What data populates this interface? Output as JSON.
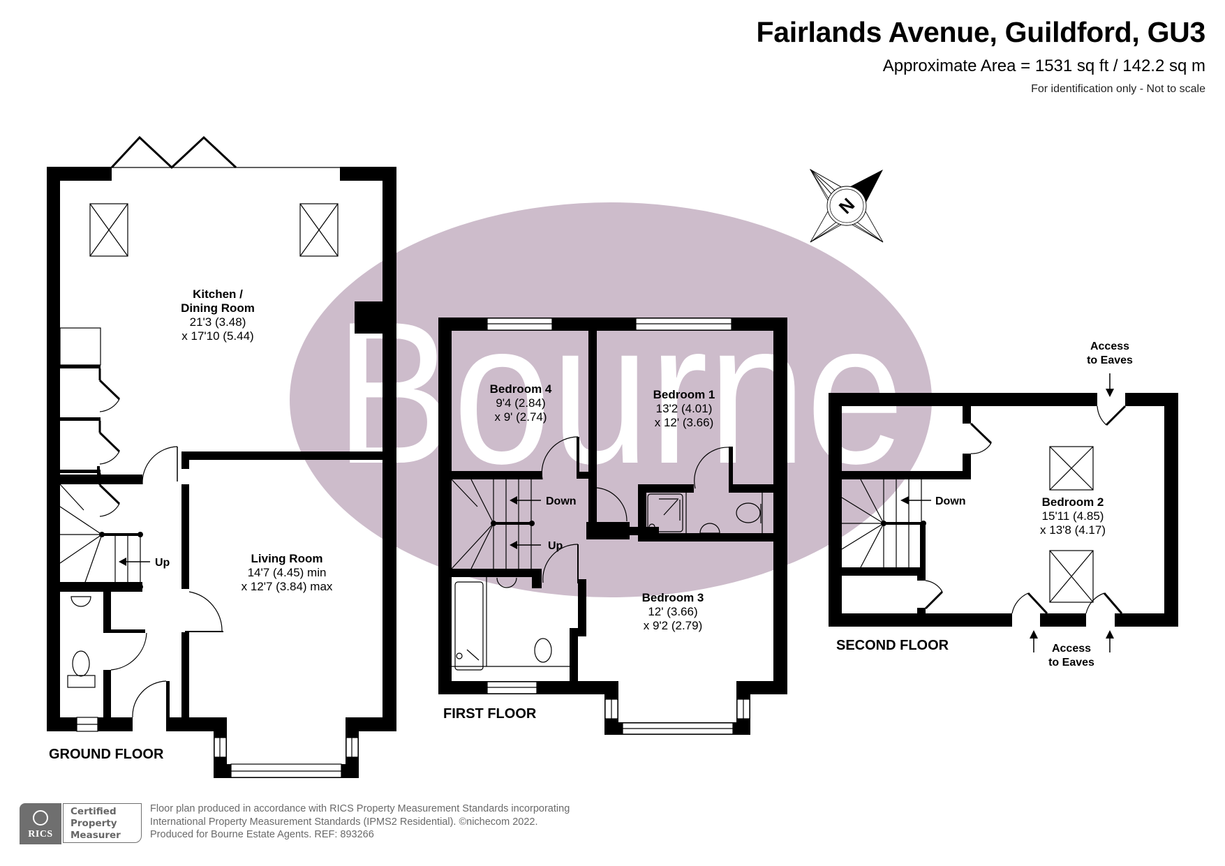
{
  "header": {
    "title": "Fairlands Avenue, Guildford, GU3",
    "area": "Approximate Area = 1531 sq ft / 142.2 sq m",
    "note": "For identification only - Not to scale"
  },
  "watermark": {
    "text": "Bourne",
    "color": "#cdbccb"
  },
  "compass": {
    "label": "N"
  },
  "floors": {
    "ground": {
      "label": "GROUND FLOOR",
      "rooms": [
        {
          "name_line1": "Kitchen /",
          "name_line2": "Dining Room",
          "dim1": "21'3 (3.48)",
          "dim2": "x 17'10 (5.44)"
        },
        {
          "name": "Living Room",
          "dim1": "14'7 (4.45) min",
          "dim2": "x 12'7 (3.84) max"
        }
      ],
      "stairs_label": "Up"
    },
    "first": {
      "label": "FIRST FLOOR",
      "rooms": [
        {
          "name": "Bedroom 4",
          "dim1": "9'4 (2.84)",
          "dim2": "x 9' (2.74)"
        },
        {
          "name": "Bedroom 1",
          "dim1": "13'2 (4.01)",
          "dim2": "x 12' (3.66)"
        },
        {
          "name": "Bedroom 3",
          "dim1": "12' (3.66)",
          "dim2": "x 9'2 (2.79)"
        }
      ],
      "stairs_down_label": "Down",
      "stairs_up_label": "Up"
    },
    "second": {
      "label": "SECOND FLOOR",
      "rooms": [
        {
          "name": "Bedroom 2",
          "dim1": "15'11 (4.85)",
          "dim2": "x 13'8 (4.17)"
        }
      ],
      "stairs_down_label": "Down",
      "eaves_top": {
        "line1": "Access",
        "line2": "to Eaves"
      },
      "eaves_bottom": {
        "line1": "Access",
        "line2": "to Eaves"
      }
    }
  },
  "footer": {
    "badge": {
      "logo_text": "RICS",
      "line1": "Certified",
      "line2": "Property",
      "line3": "Measurer"
    },
    "text_line1": "Floor plan produced in accordance with RICS Property Measurement Standards incorporating",
    "text_line2": "International Property Measurement Standards (IPMS2 Residential).   ©nichecom 2022.",
    "text_line3": "Produced for Bourne Estate Agents.   REF:  893266"
  }
}
